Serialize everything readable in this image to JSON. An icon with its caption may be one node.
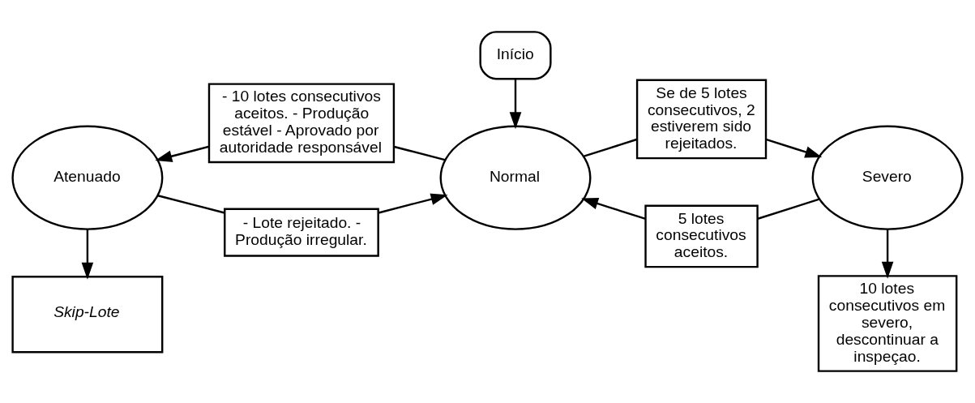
{
  "diagram": {
    "nodes": [
      {
        "text": [
          "Início"
        ]
      },
      {
        "text": [
          "Normal"
        ]
      },
      {
        "text": [
          "Atenuado"
        ]
      },
      {
        "text": [
          "Severo"
        ]
      },
      {
        "text": [
          "Skip-Lote"
        ]
      },
      {
        "text": [
          "10 lotes consecutivos em severo, descontinuar a inspeçao."
        ]
      },
      {
        "text": [
          "- 10 lotes consecutivos aceitos. - Produção estável - Aprovado por autoridade responsável"
        ]
      },
      {
        "text": [
          "Se de 5 lotes consecutivos, 2 estiverem sido rejeitados."
        ]
      },
      {
        "text": [
          "- Lote rejeitado. - Produção irregular."
        ]
      },
      {
        "text": [
          "5 lotes consecutivos aceitos."
        ]
      }
    ],
    "edges": [
      {
        "from": 0,
        "to": 1,
        "arrow": "to"
      },
      {
        "from": 1,
        "to": 6,
        "arrow": "none"
      },
      {
        "from": 6,
        "to": 2,
        "arrow": "to"
      },
      {
        "from": 1,
        "to": 7,
        "arrow": "none"
      },
      {
        "from": 7,
        "to": 3,
        "arrow": "to"
      },
      {
        "from": 2,
        "to": 8,
        "arrow": "none"
      },
      {
        "from": 8,
        "to": 1,
        "arrow": "to"
      },
      {
        "from": 3,
        "to": 9,
        "arrow": "none"
      },
      {
        "from": 9,
        "to": 1,
        "arrow": "to"
      },
      {
        "from": 2,
        "to": 4,
        "arrow": "to"
      },
      {
        "from": 3,
        "to": 5,
        "arrow": "to"
      }
    ]
  }
}
